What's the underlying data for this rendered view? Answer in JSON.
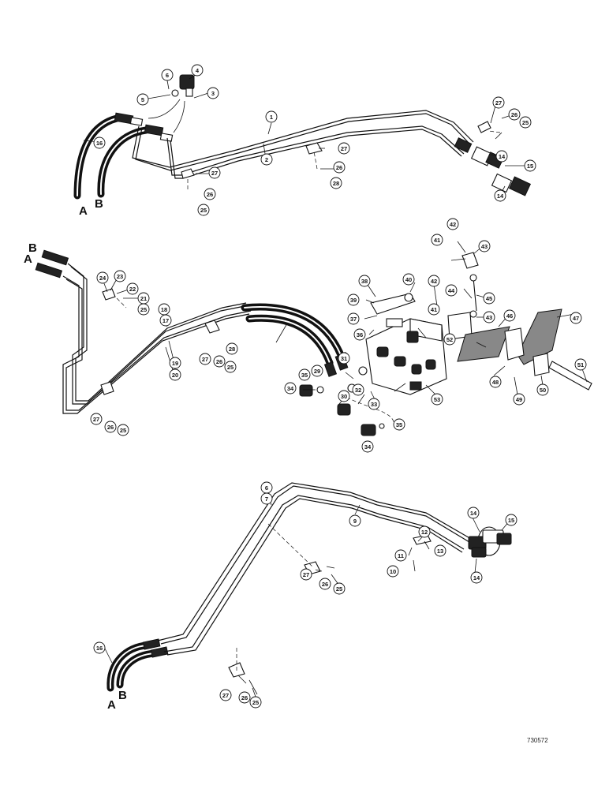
{
  "drawing": {
    "reference_number": "730572",
    "port_letters": {
      "a": "A",
      "b": "B"
    }
  },
  "callouts": {
    "top": [
      "1",
      "2",
      "3",
      "4",
      "5",
      "6",
      "14",
      "14",
      "15",
      "16",
      "25",
      "25",
      "26",
      "26",
      "26",
      "27",
      "27",
      "27",
      "28"
    ],
    "middle": [
      "17",
      "18",
      "19",
      "20",
      "21",
      "22",
      "23",
      "24",
      "25",
      "25",
      "25",
      "26",
      "26",
      "27",
      "27",
      "28",
      "29",
      "30",
      "31",
      "32",
      "33",
      "34",
      "34",
      "35",
      "35",
      "36",
      "37",
      "38",
      "39",
      "40",
      "41",
      "41",
      "42",
      "42",
      "43",
      "43",
      "44",
      "45",
      "46",
      "47",
      "48",
      "49",
      "50",
      "51",
      "52",
      "53"
    ],
    "bottom": [
      "6",
      "7",
      "9",
      "10",
      "11",
      "12",
      "13",
      "14",
      "14",
      "15",
      "16",
      "25",
      "25",
      "26",
      "26",
      "27",
      "27"
    ]
  }
}
